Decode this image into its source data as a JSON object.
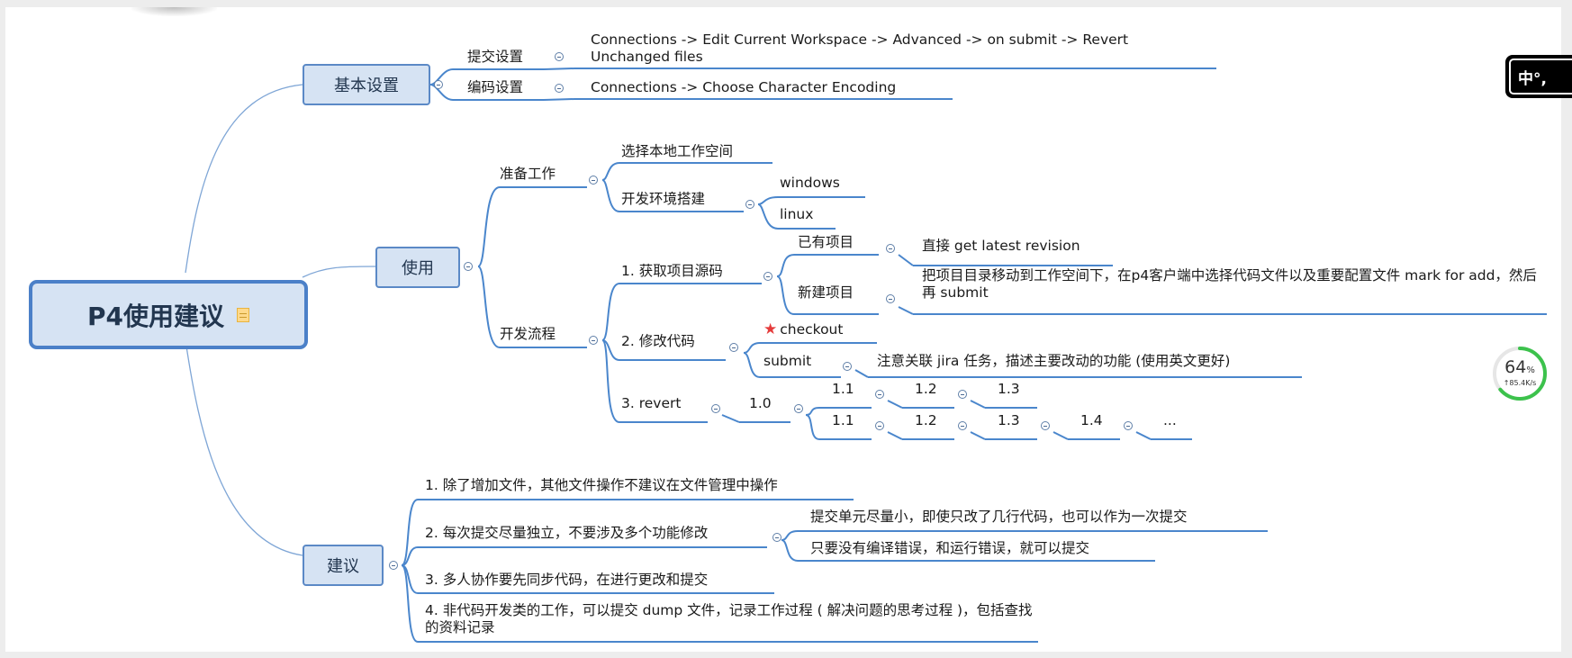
{
  "root": {
    "title": "P4使用建议",
    "icon": "note-icon"
  },
  "basic": {
    "title": "基本设置",
    "submit_label": "提交设置",
    "submit_value": "Connections -> Edit Current Workspace -> Advanced -> on submit -> Revert Unchanged files",
    "encoding_label": "编码设置",
    "encoding_value": "Connections -> Choose Character Encoding"
  },
  "usage": {
    "title": "使用",
    "prep": {
      "label": "准备工作",
      "select_workspace": "选择本地工作空间",
      "env_setup": "开发环境搭建",
      "windows": "windows",
      "linux": "linux"
    },
    "flow": {
      "label": "开发流程",
      "get_source": "1. 获取项目源码",
      "existing": "已有项目",
      "existing_value": "直接 get latest revision",
      "new_project": "新建项目",
      "new_project_value": "把项目目录移动到工作空间下，在p4客户端中选择代码文件以及重要配置文件 mark for add，然后再 submit",
      "modify": "2. 修改代码",
      "checkout": "checkout",
      "checkout_icon": "star-icon",
      "submit": "submit",
      "submit_value": "注意关联 jira 任务，描述主要改动的功能 (使用英文更好)",
      "revert": "3. revert",
      "v10": "1.0",
      "row1": [
        "1.1",
        "1.2",
        "1.3"
      ],
      "row2": [
        "1.1",
        "1.2",
        "1.3",
        "1.4",
        "..."
      ]
    }
  },
  "advice": {
    "title": "建议",
    "item1": "1. 除了增加文件，其他文件操作不建议在文件管理中操作",
    "item2": "2. 每次提交尽量独立，不要涉及多个功能修改",
    "item2_a": "提交单元尽量小，即使只改了几行代码，也可以作为一次提交",
    "item2_b": "只要没有编译错误，和运行错误，就可以提交",
    "item3": "3. 多人协作要先同步代码，在进行更改和提交",
    "item4": "4. 非代码开发类的工作，可以提交 dump 文件，记录工作过程 ( 解决问题的思考过程 )，包括查找的资料记录"
  },
  "ime": {
    "text": "中°,"
  },
  "speed": {
    "percent": "64",
    "percent_unit": "%",
    "rate": "↑85.4K/s",
    "level": 0.64
  },
  "colors": {
    "line": "#4a86cc",
    "box_fill": "#d6e3f3",
    "box_border": "#5b89c6",
    "progress": "#3cc24c"
  }
}
